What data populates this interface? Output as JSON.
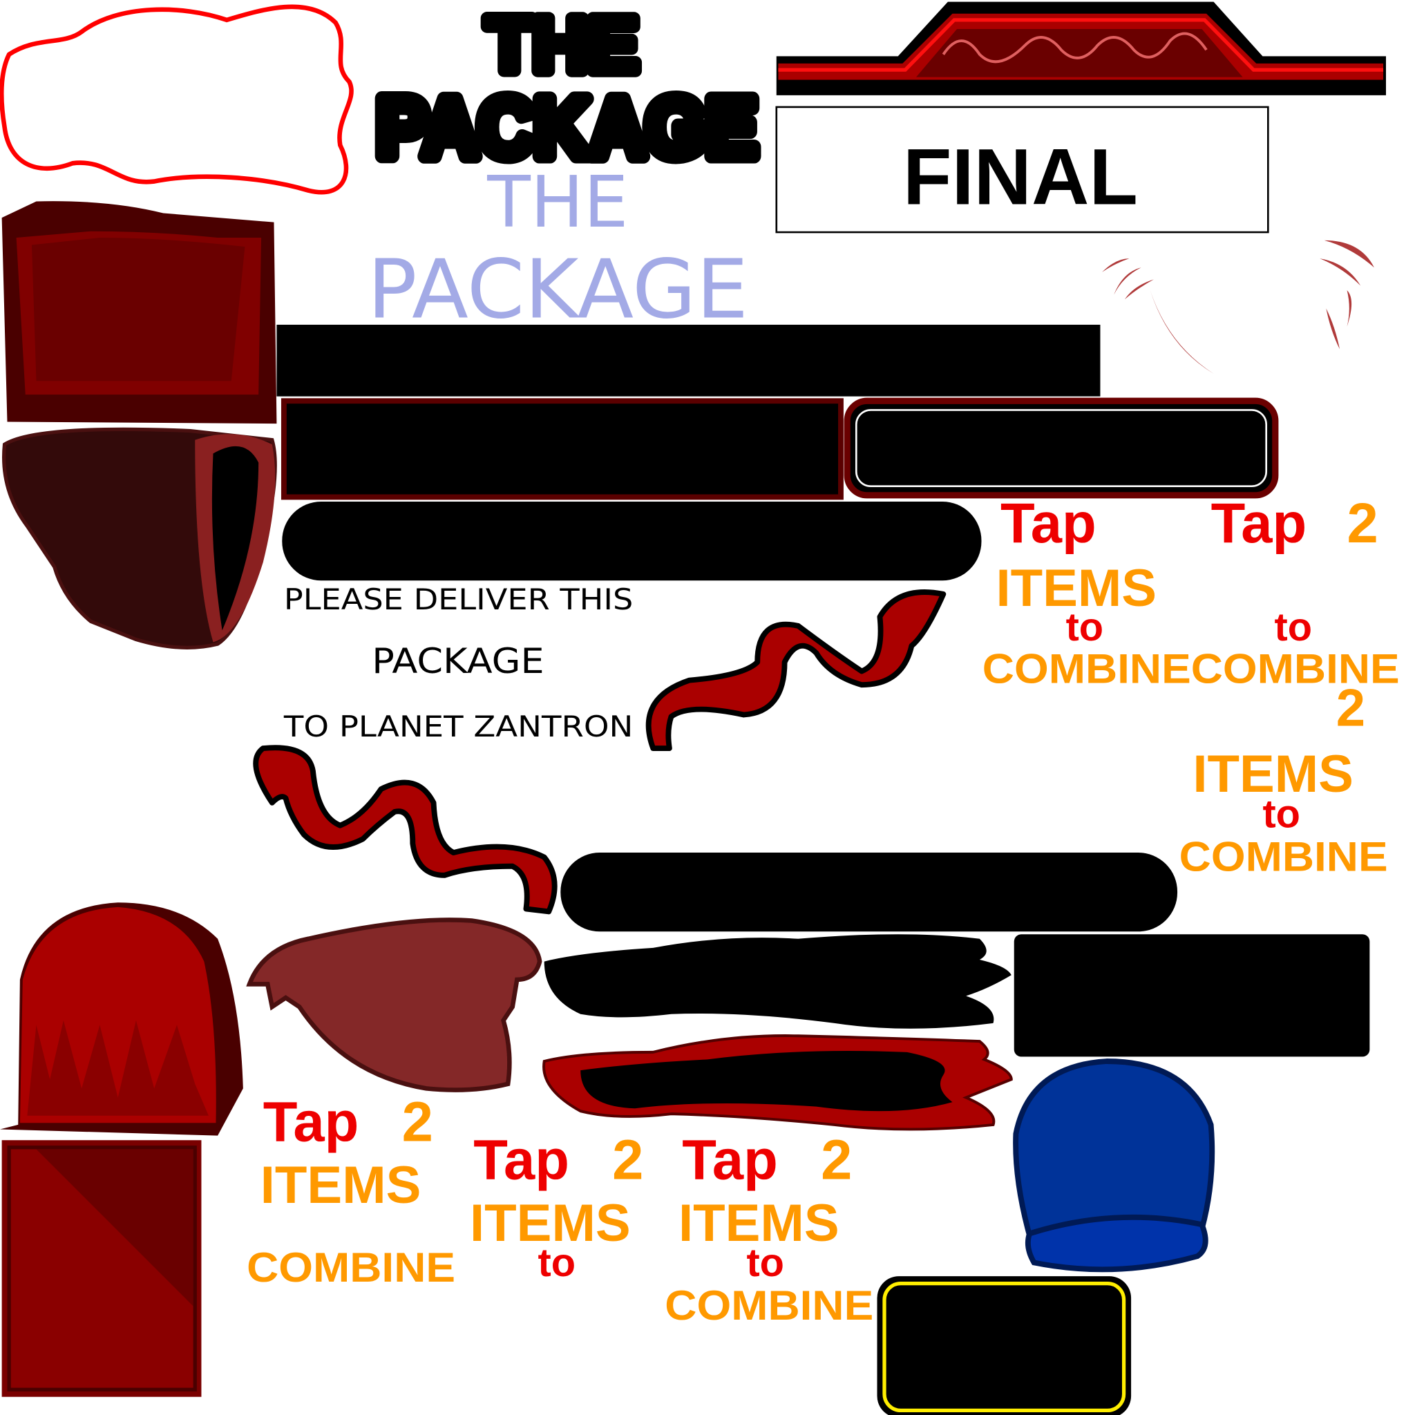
{
  "sheet": {
    "logo_black": {
      "line1": "THE",
      "line2": "PACKAGE"
    },
    "logo_blue": {
      "line1": "THE",
      "line2": "PACKAGE"
    },
    "final_label": "FINAL",
    "delivery_note": {
      "line1": "PLEASE DELIVER THIS",
      "line2": "PACKAGE",
      "line3": "TO PLANET ZANTRON"
    },
    "hints": {
      "tap": "Tap",
      "tap2": "Tap 2",
      "two": "2",
      "items": "ITEMS",
      "to": "to",
      "combine": "COMBINE"
    }
  },
  "colors": {
    "hint_red": "#ee0000",
    "hint_orange": "#ff9900",
    "dark_red": "#5a0000",
    "blue_title": "#a3aae6",
    "blue_dome": "#003399",
    "yellow_border": "#ffee00"
  }
}
